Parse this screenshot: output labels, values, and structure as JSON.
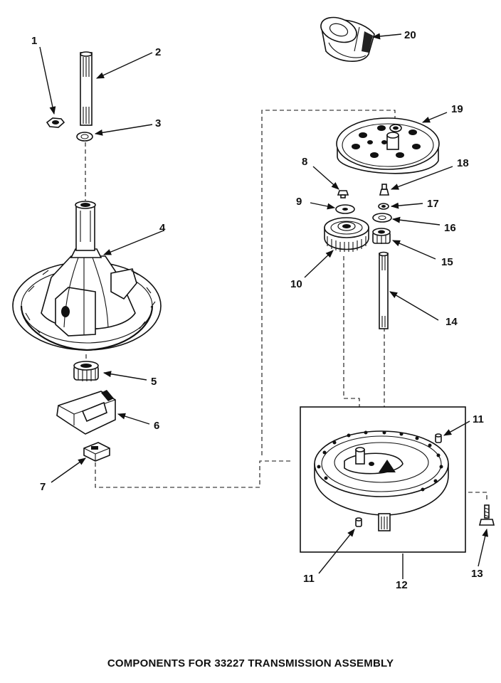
{
  "caption": "COMPONENTS FOR 33227 TRANSMISSION ASSEMBLY",
  "callouts": [
    "1",
    "2",
    "3",
    "4",
    "5",
    "6",
    "7",
    "8",
    "9",
    "10",
    "11",
    "11",
    "12",
    "13",
    "14",
    "15",
    "16",
    "17",
    "18",
    "19",
    "20"
  ]
}
